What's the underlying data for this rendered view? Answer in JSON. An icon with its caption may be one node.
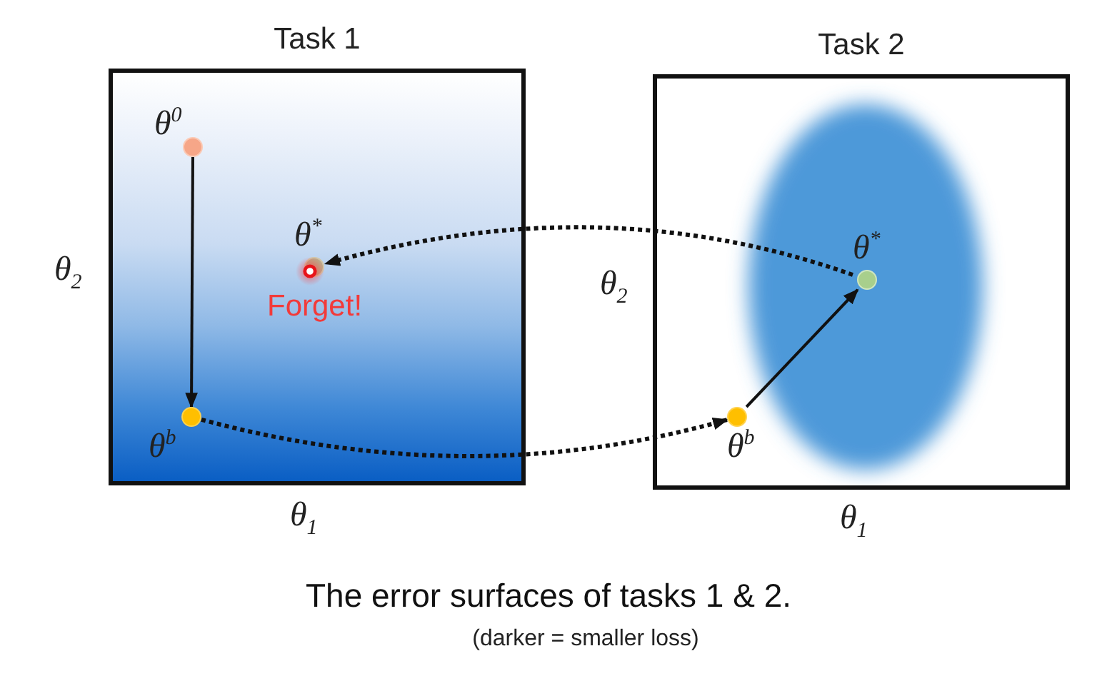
{
  "diagram": {
    "caption": "The error surfaces of tasks 1 & 2.",
    "nodes": [
      {
        "text": [
          "Task 1"
        ]
      },
      {
        "text": [
          "θ$^{0}$"
        ],
        "in": 0
      },
      {
        "text": [
          "θ$^{*}$"
        ],
        "beside": [
          "Forget!"
        ],
        "in": 0
      },
      {
        "text": [
          "θ$^{b}$"
        ],
        "in": 0
      },
      {
        "text": [
          "Task 2"
        ]
      },
      {
        "text": [
          "θ$^{*}$"
        ],
        "in": 4
      },
      {
        "text": [
          "θ$^{b}$"
        ],
        "in": 4
      }
    ],
    "edges": [
      {
        "from": 1,
        "to": 3,
        "arrow": "to"
      },
      {
        "from": 3,
        "to": 6,
        "arrow": "to",
        "style": "dashed"
      },
      {
        "from": 6,
        "to": 5,
        "arrow": "to"
      },
      {
        "from": 5,
        "to": 2,
        "arrow": "to",
        "style": "dashed"
      }
    ],
    "labels": [
      "θ$_{2}$",
      "θ$_{2}$",
      "θ$_{1}$",
      "θ$_{1}$",
      "(darker = smaller loss)"
    ]
  }
}
